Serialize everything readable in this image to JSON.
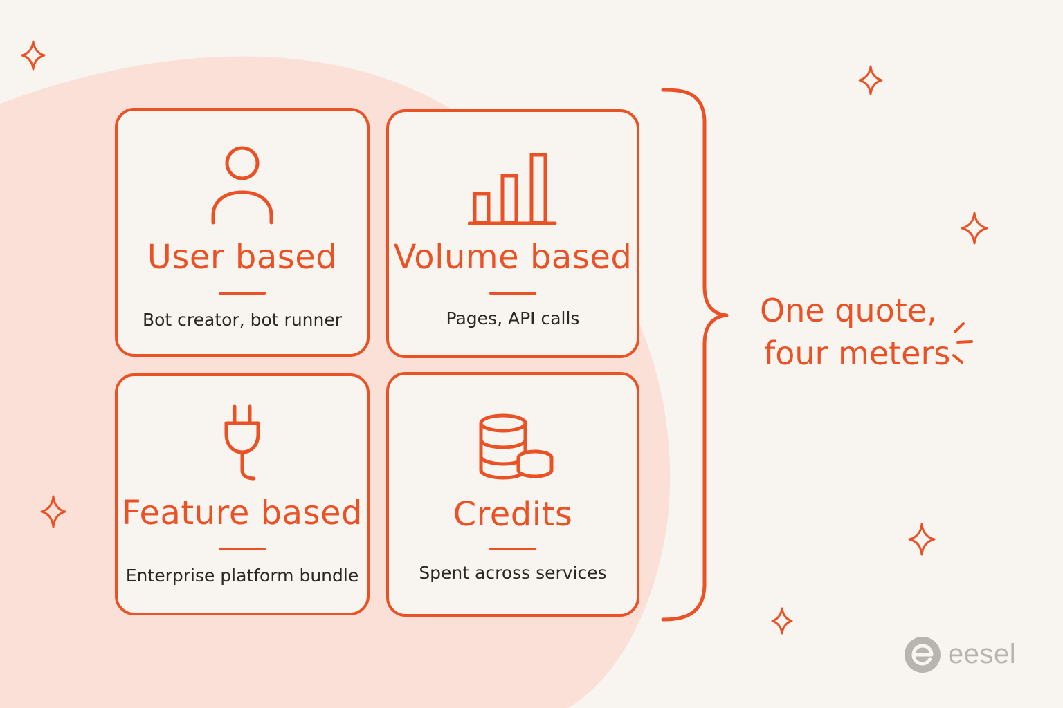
{
  "colors": {
    "accent": "#ea5226",
    "background": "#f8f4ef",
    "blob": "#fbe0d7",
    "text": "#2b2724",
    "logo": "#b8b4b0"
  },
  "cards": [
    {
      "title": "User based",
      "description": "Bot creator, bot runner",
      "icon": "person-icon"
    },
    {
      "title": "Volume based",
      "description": "Pages, API calls",
      "icon": "bar-chart-icon"
    },
    {
      "title": "Feature based",
      "description": "Enterprise platform bundle",
      "icon": "plug-icon"
    },
    {
      "title": "Credits",
      "description": "Spent across services",
      "icon": "coins-icon"
    }
  ],
  "callout": {
    "line1": "One quote,",
    "line2": "four meters"
  },
  "brand": {
    "wordmark": "eesel",
    "icon": "eesel-logo-icon"
  }
}
